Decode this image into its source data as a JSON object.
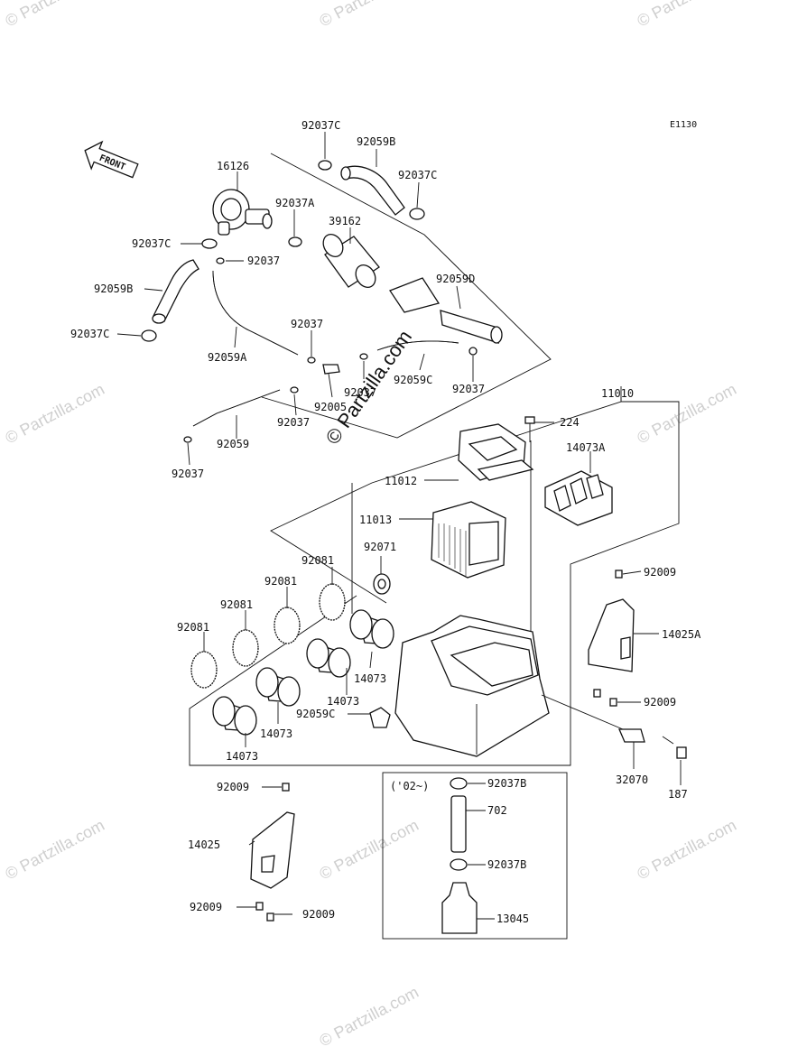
{
  "diagram_code": "E1130",
  "front_label": "FRONT",
  "watermark_main": "© Partzilla.com",
  "watermarks": [
    "© Partzilla.com",
    "© Partzilla.com",
    "© Partzilla.com",
    "© Partzilla.com",
    "© Partzilla.com",
    "© Partzilla.com",
    "© Partzilla.com",
    "© Partzilla.com",
    "© Partzilla.com"
  ],
  "box_label": "('02~)",
  "labels": {
    "p_92037C_top": "92037C",
    "p_92059B_top": "92059B",
    "p_92037C_right": "92037C",
    "p_16126": "16126",
    "p_92037A": "92037A",
    "p_39162": "39162",
    "p_92037C_left": "92037C",
    "p_92037_a": "92037",
    "p_92059B_left": "92059B",
    "p_92059D": "92059D",
    "p_92037C_low": "92037C",
    "p_92037_b": "92037",
    "p_92059A": "92059A",
    "p_92059C_top": "92059C",
    "p_92037_c": "92037",
    "p_92005": "92005",
    "p_92037_d": "92037",
    "p_92037_e": "92037",
    "p_92059": "92059",
    "p_92037_f": "92037",
    "p_11010": "11010",
    "p_224": "224",
    "p_14073A": "14073A",
    "p_11012": "11012",
    "p_11013": "11013",
    "p_92071": "92071",
    "p_92081_a": "92081",
    "p_92081_b": "92081",
    "p_92081_c": "92081",
    "p_92081_d": "92081",
    "p_92009_r1": "92009",
    "p_14025A": "14025A",
    "p_14073_a": "14073",
    "p_14073_b": "14073",
    "p_14073_c": "14073",
    "p_14073_d": "14073",
    "p_92059C_low": "92059C",
    "p_92009_r2": "92009",
    "p_32070": "32070",
    "p_187": "187",
    "p_92009_l1": "92009",
    "p_14025": "14025",
    "p_92009_l2": "92009",
    "p_92009_l3": "92009",
    "p_92037B_a": "92037B",
    "p_702": "702",
    "p_92037B_b": "92037B",
    "p_13045": "13045"
  }
}
